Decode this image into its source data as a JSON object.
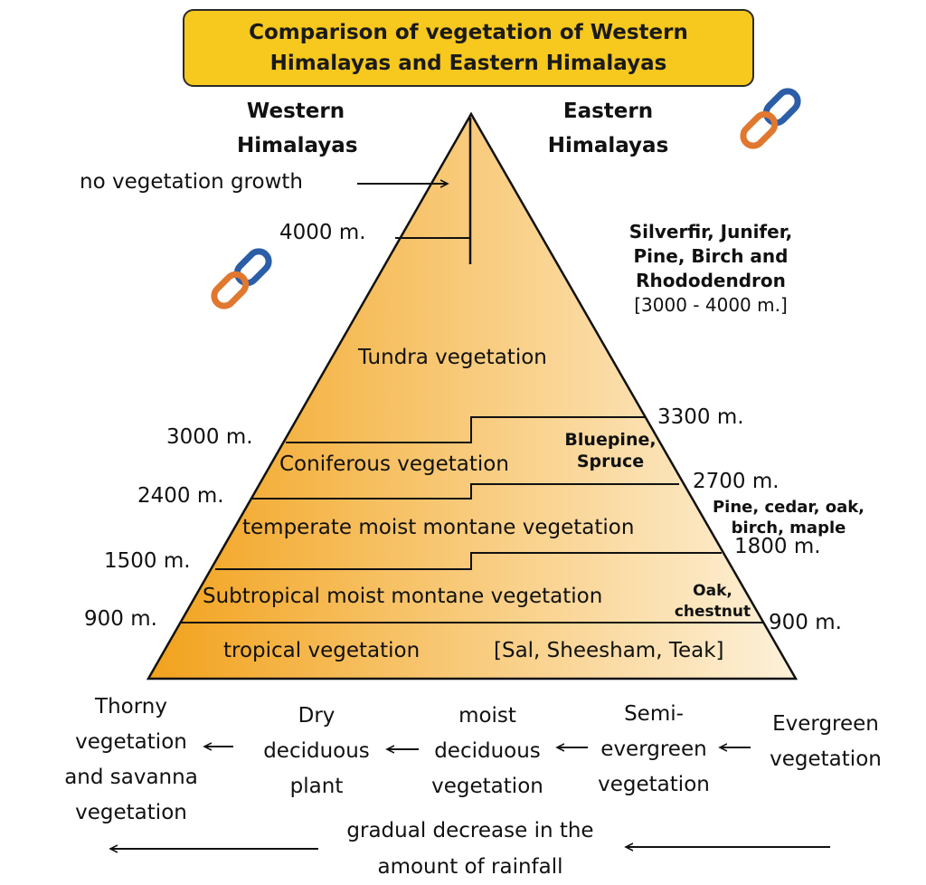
{
  "title": {
    "line1": "Comparison of vegetation of Western",
    "line2": "Himalayas and Eastern Himalayas"
  },
  "headers": {
    "west": [
      "Western",
      "Himalayas"
    ],
    "east": [
      "Eastern",
      "Himalayas"
    ]
  },
  "top_note": "no vegetation growth",
  "altitudes_west": {
    "a4000": "4000 m.",
    "a3000": "3000 m.",
    "a2400": "2400 m.",
    "a1500": "1500 m.",
    "a900": "900 m."
  },
  "altitudes_east": {
    "a3300": "3300 m.",
    "a2700": "2700 m.",
    "a1800": "1800 m.",
    "a900": "900 m."
  },
  "zones": {
    "tundra": "Tundra vegetation",
    "coniferous": "Coniferous vegetation",
    "temperate": "temperate moist montane vegetation",
    "subtropical": "Subtropical moist montane vegetation",
    "tropical": "tropical vegetation",
    "tropical_species": "[Sal, Sheesham, Teak]"
  },
  "east_species": {
    "alpine": [
      "Silverfir, Junifer,",
      "Pine, Birch and",
      "Rhododendron"
    ],
    "alpine_range": "[3000 - 4000 m.]",
    "bluepine": [
      "Bluepine,",
      "Spruce"
    ],
    "pine": [
      "Pine, cedar, oak,",
      "birch, maple"
    ],
    "oak": [
      "Oak,",
      "chestnut"
    ]
  },
  "rainfall_sequence": {
    "thorny": [
      "Thorny",
      "vegetation",
      "and savanna",
      "vegetation"
    ],
    "dry": [
      "Dry",
      "deciduous",
      "plant"
    ],
    "moist": [
      "moist",
      "deciduous",
      "vegetation"
    ],
    "semi": [
      "Semi-",
      "evergreen",
      "vegetation"
    ],
    "evergreen": [
      "Evergreen",
      "vegetation"
    ]
  },
  "rainfall_note": [
    "gradual decrease in the",
    "amount of rainfall"
  ],
  "icons": [
    "chain-link-icon",
    "arrow-left-icon",
    "arrow-right-icon"
  ],
  "colors": {
    "title_fill": "#f7c81e",
    "pyramid_dark": "#f2a21c",
    "pyramid_light": "#fdf1da",
    "chain_blue": "#2b5ea7",
    "chain_orange": "#e0782f"
  }
}
